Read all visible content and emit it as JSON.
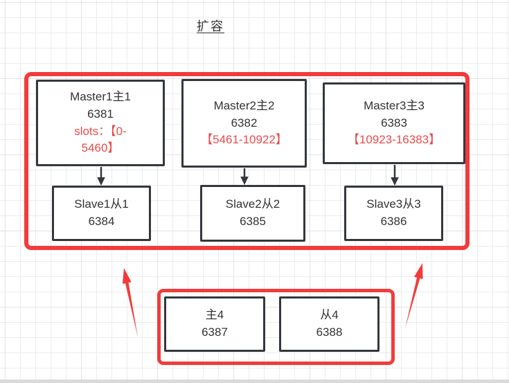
{
  "title": "扩容",
  "colors": {
    "red_border": "#f23b3b",
    "red_text": "#e64c4c",
    "node_border": "#33373d",
    "text": "#333333",
    "grid_line": "#ececec",
    "grid_major": "#e3e3e3",
    "canvas_bg": "#ffffff",
    "edge_strip": "#dadada"
  },
  "cluster": {
    "masters": [
      {
        "name": "Master1主1",
        "port": "6381",
        "slots_line1": "slots：【0-",
        "slots_line2": "5460】"
      },
      {
        "name": "Master2主2",
        "port": "6382",
        "slots_line1": "【5461-10922】"
      },
      {
        "name": "Master3主3",
        "port": "6383",
        "slots_line1": "【10923-16383】"
      }
    ],
    "slaves": [
      {
        "name": "Slave1从1",
        "port": "6384"
      },
      {
        "name": "Slave2从2",
        "port": "6385"
      },
      {
        "name": "Slave3从3",
        "port": "6386"
      }
    ]
  },
  "new_nodes": [
    {
      "name": "主4",
      "port": "6387"
    },
    {
      "name": "从4",
      "port": "6388"
    }
  ],
  "icons": {
    "master_to_slave_link": "down-arrow",
    "scale_pointer": "red-up-arrow"
  }
}
